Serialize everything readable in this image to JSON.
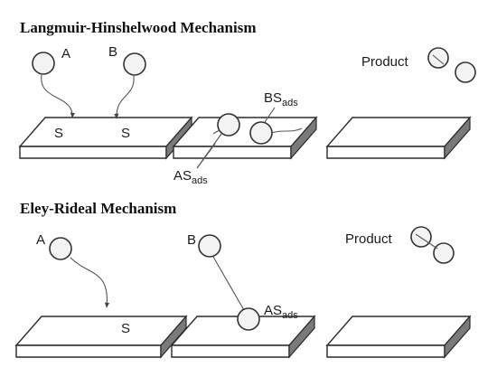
{
  "colors": {
    "outline": "#2b2b2b",
    "slab_side": "#7a7a7a",
    "molecule_fill": "#f3f3f3",
    "path": "#555555"
  },
  "langmuir_hinshelwood": {
    "title": "Langmuir-Hinshelwood Mechanism",
    "reactant_a": "A",
    "reactant_b": "B",
    "site_a": "S",
    "site_b": "S",
    "adsorbed_b": {
      "base": "BS",
      "sub": "ads"
    },
    "adsorbed_a": {
      "base": "AS",
      "sub": "ads"
    },
    "product": "Product"
  },
  "eley_rideal": {
    "title": "Eley-Rideal Mechanism",
    "reactant_a": "A",
    "site_a": "S",
    "reactant_b": "B",
    "adsorbed_a": {
      "base": "AS",
      "sub": "ads"
    },
    "product": "Product"
  }
}
